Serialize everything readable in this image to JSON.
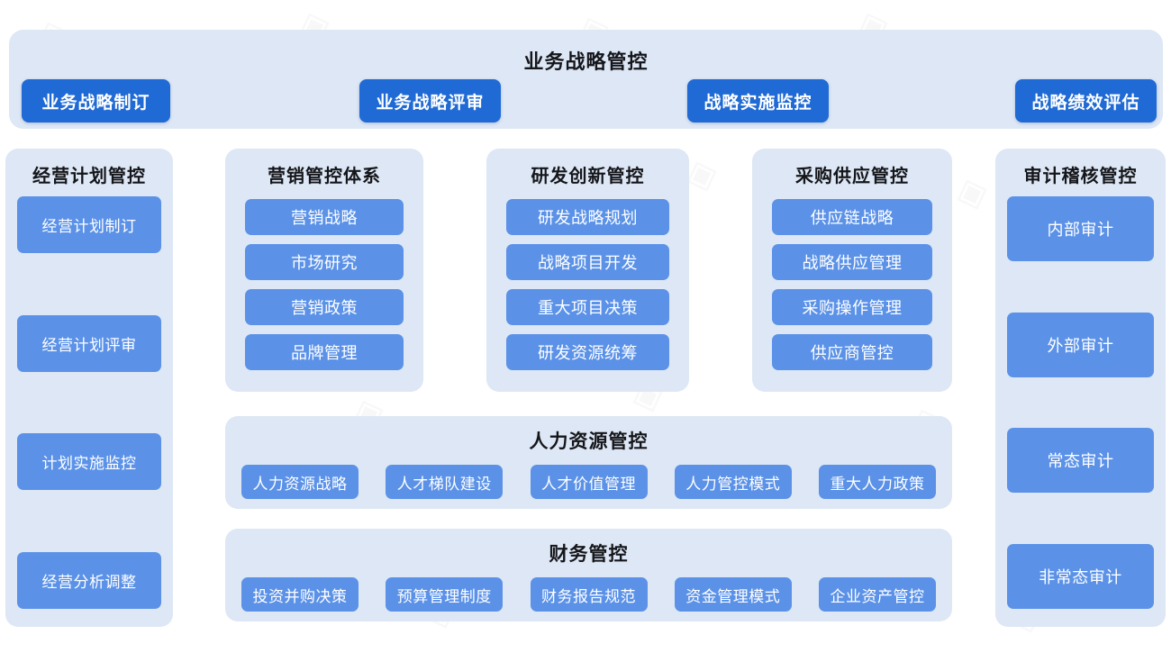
{
  "banner": {
    "title": "业务战略管控",
    "buttons": [
      {
        "label": "业务战略制订"
      },
      {
        "label": "业务战略评审"
      },
      {
        "label": "战略实施监控"
      },
      {
        "label": "战略绩效评估"
      }
    ]
  },
  "columns": {
    "plan": {
      "title": "经营计划管控",
      "items": [
        {
          "label": "经营计划制订"
        },
        {
          "label": "经营计划评审"
        },
        {
          "label": "计划实施监控"
        },
        {
          "label": "经营分析调整"
        }
      ]
    },
    "marketing": {
      "title": "营销管控体系",
      "items": [
        {
          "label": "营销战略"
        },
        {
          "label": "市场研究"
        },
        {
          "label": "营销政策"
        },
        {
          "label": "品牌管理"
        }
      ]
    },
    "rnd": {
      "title": "研发创新管控",
      "items": [
        {
          "label": "研发战略规划"
        },
        {
          "label": "战略项目开发"
        },
        {
          "label": "重大项目决策"
        },
        {
          "label": "研发资源统筹"
        }
      ]
    },
    "purchase": {
      "title": "采购供应管控",
      "items": [
        {
          "label": "供应链战略"
        },
        {
          "label": "战略供应管理"
        },
        {
          "label": "采购操作管理"
        },
        {
          "label": "供应商管控"
        }
      ]
    },
    "audit": {
      "title": "审计稽核管控",
      "items": [
        {
          "label": "内部审计"
        },
        {
          "label": "外部审计"
        },
        {
          "label": "常态审计"
        },
        {
          "label": "非常态审计"
        }
      ]
    }
  },
  "rows": {
    "hr": {
      "title": "人力资源管控",
      "items": [
        {
          "label": "人力资源战略"
        },
        {
          "label": "人才梯队建设"
        },
        {
          "label": "人才价值管理"
        },
        {
          "label": "人力管控模式"
        },
        {
          "label": "重大人力政策"
        }
      ]
    },
    "finance": {
      "title": "财务管控",
      "items": [
        {
          "label": "投资并购决策"
        },
        {
          "label": "预算管理制度"
        },
        {
          "label": "财务报告规范"
        },
        {
          "label": "资金管理模式"
        },
        {
          "label": "企业资产管控"
        }
      ]
    }
  },
  "colors": {
    "panel_background": "#dde7f5",
    "button_primary": "#1f6ad4",
    "button_secondary": "#5b92e8",
    "title_text": "#15161a",
    "button_text": "#ffffff",
    "page_background": "#ffffff"
  }
}
